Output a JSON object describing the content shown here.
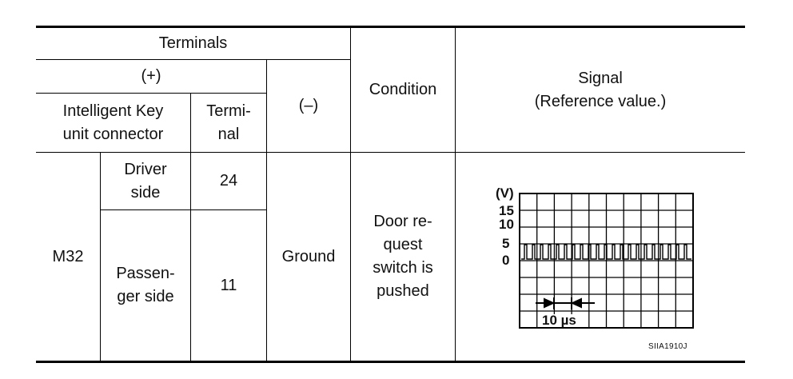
{
  "table": {
    "headers": {
      "terminals": "Terminals",
      "plus": "(+)",
      "connector": "Intelligent Key\nunit connector",
      "terminal": "Termi-\nnal",
      "minus": "(–)",
      "condition": "Condition",
      "signal": "Signal\n(Reference value.)"
    },
    "rows": [
      {
        "connector": "M32",
        "side": "Driver\nside",
        "terminal": "24",
        "minus": "Ground",
        "condition": "Door re-\nquest\nswitch is\npushed"
      },
      {
        "side": "Passen-\nger side",
        "terminal": "11"
      }
    ]
  },
  "signal_figure": {
    "y_unit": "(V)",
    "y_ticks": [
      "15",
      "10",
      "5",
      "0"
    ],
    "time_label": "10 µs",
    "figure_id": "SIIA1910J"
  }
}
